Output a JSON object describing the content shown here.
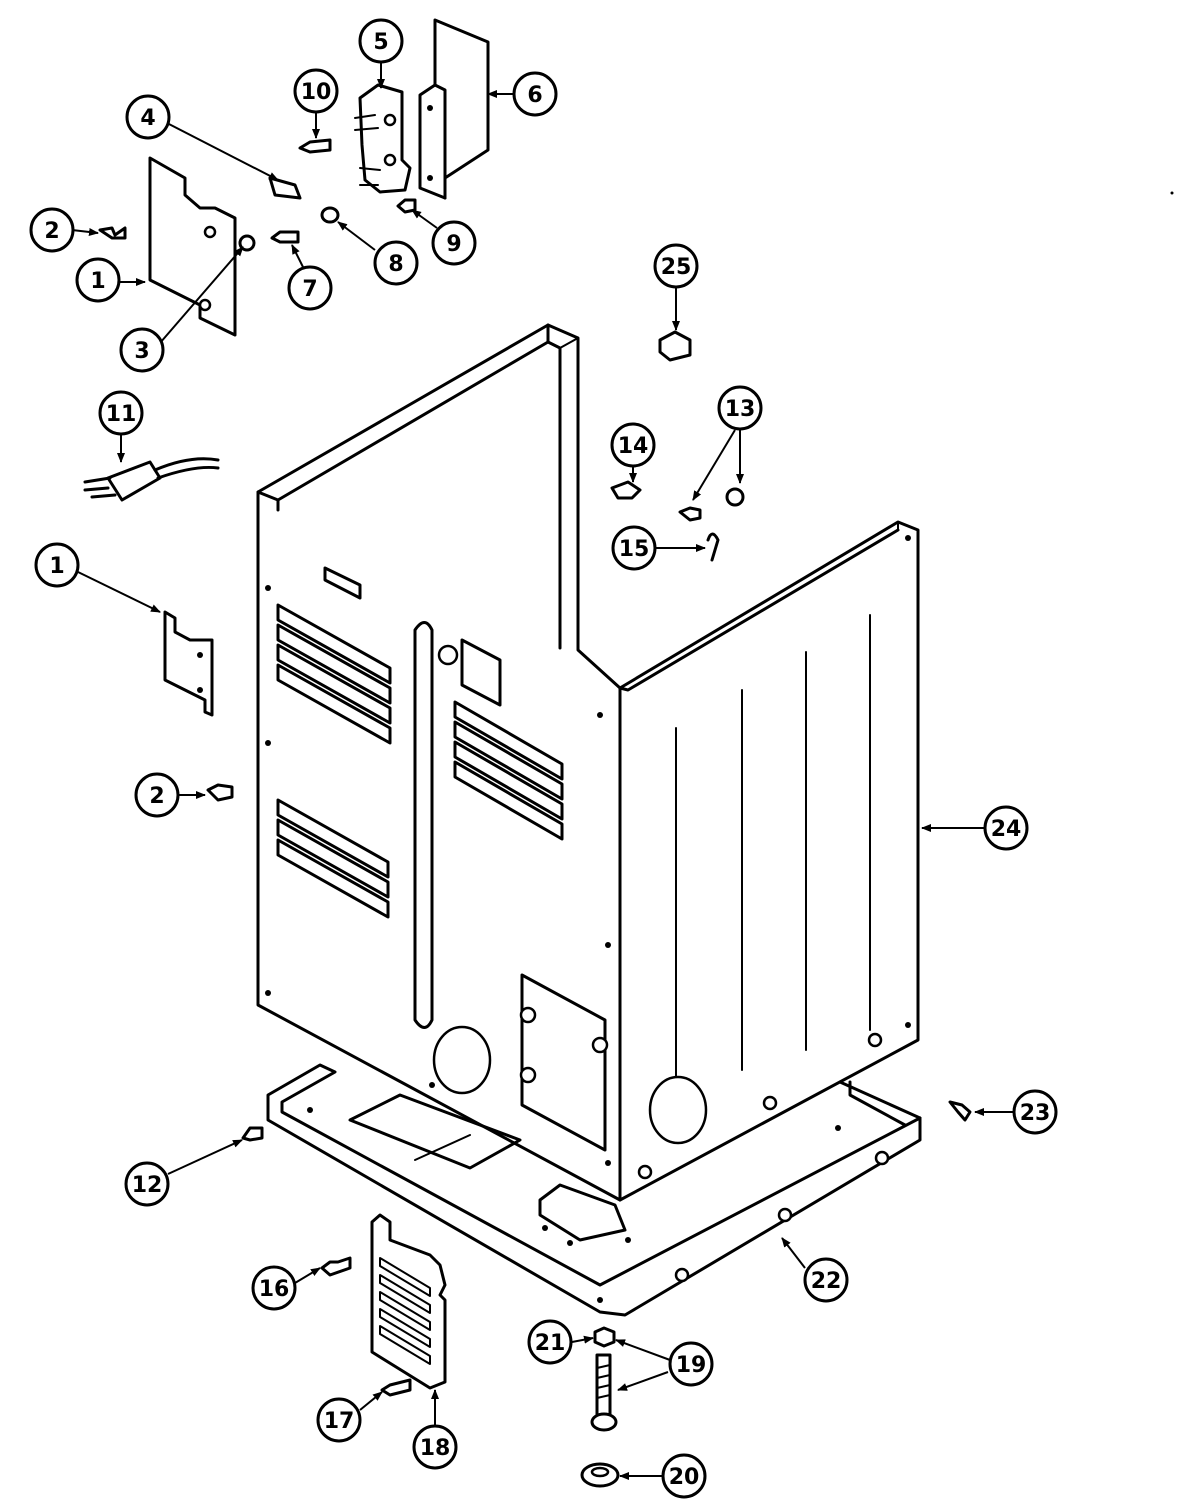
{
  "callouts": [
    {
      "id": "c1a",
      "label": "1"
    },
    {
      "id": "c1b",
      "label": "1"
    },
    {
      "id": "c2a",
      "label": "2"
    },
    {
      "id": "c2b",
      "label": "2"
    },
    {
      "id": "c3",
      "label": "3"
    },
    {
      "id": "c4",
      "label": "4"
    },
    {
      "id": "c5",
      "label": "5"
    },
    {
      "id": "c6",
      "label": "6"
    },
    {
      "id": "c7",
      "label": "7"
    },
    {
      "id": "c8",
      "label": "8"
    },
    {
      "id": "c9",
      "label": "9"
    },
    {
      "id": "c10",
      "label": "10"
    },
    {
      "id": "c11",
      "label": "11"
    },
    {
      "id": "c12",
      "label": "12"
    },
    {
      "id": "c13",
      "label": "13"
    },
    {
      "id": "c14",
      "label": "14"
    },
    {
      "id": "c15",
      "label": "15"
    },
    {
      "id": "c16",
      "label": "16"
    },
    {
      "id": "c17",
      "label": "17"
    },
    {
      "id": "c18",
      "label": "18"
    },
    {
      "id": "c19",
      "label": "19"
    },
    {
      "id": "c20",
      "label": "20"
    },
    {
      "id": "c21",
      "label": "21"
    },
    {
      "id": "c22",
      "label": "22"
    },
    {
      "id": "c23",
      "label": "23"
    },
    {
      "id": "c24",
      "label": "24"
    },
    {
      "id": "c25",
      "label": "25"
    }
  ]
}
